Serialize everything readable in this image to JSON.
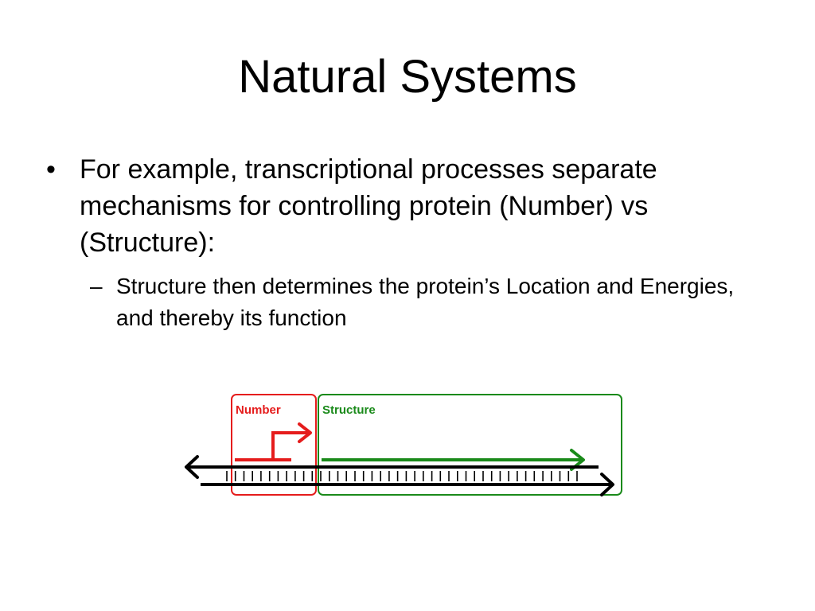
{
  "slide": {
    "title": "Natural Systems",
    "bullets": [
      {
        "marker": "•",
        "text": "For example, transcriptional processes separate mechanisms for controlling protein (Number) vs (Structure):",
        "sub": [
          {
            "marker": "–",
            "text": "Structure then determines the protein’s Location and Energies, and thereby its function"
          }
        ]
      }
    ]
  },
  "diagram": {
    "boxes": [
      {
        "label": "Number",
        "color": "#e51c1c"
      },
      {
        "label": "Structure",
        "color": "#1a8a1a"
      }
    ],
    "strand_color": "#000000",
    "tick_count": 42
  }
}
